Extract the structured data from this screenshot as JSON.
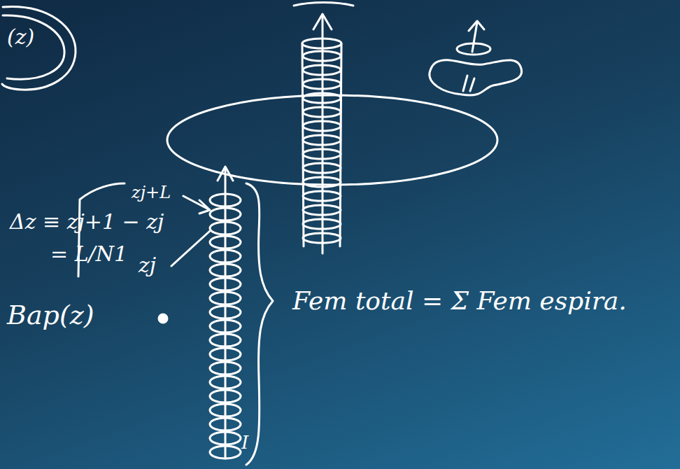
{
  "diagram": {
    "labels": [
      "(z)",
      "Δz ≡ zj+1 − zj",
      "= L/N1",
      "zj+L",
      "zj",
      "Bap(z)",
      "I",
      "Fem total = Σ Fem espira."
    ]
  }
}
